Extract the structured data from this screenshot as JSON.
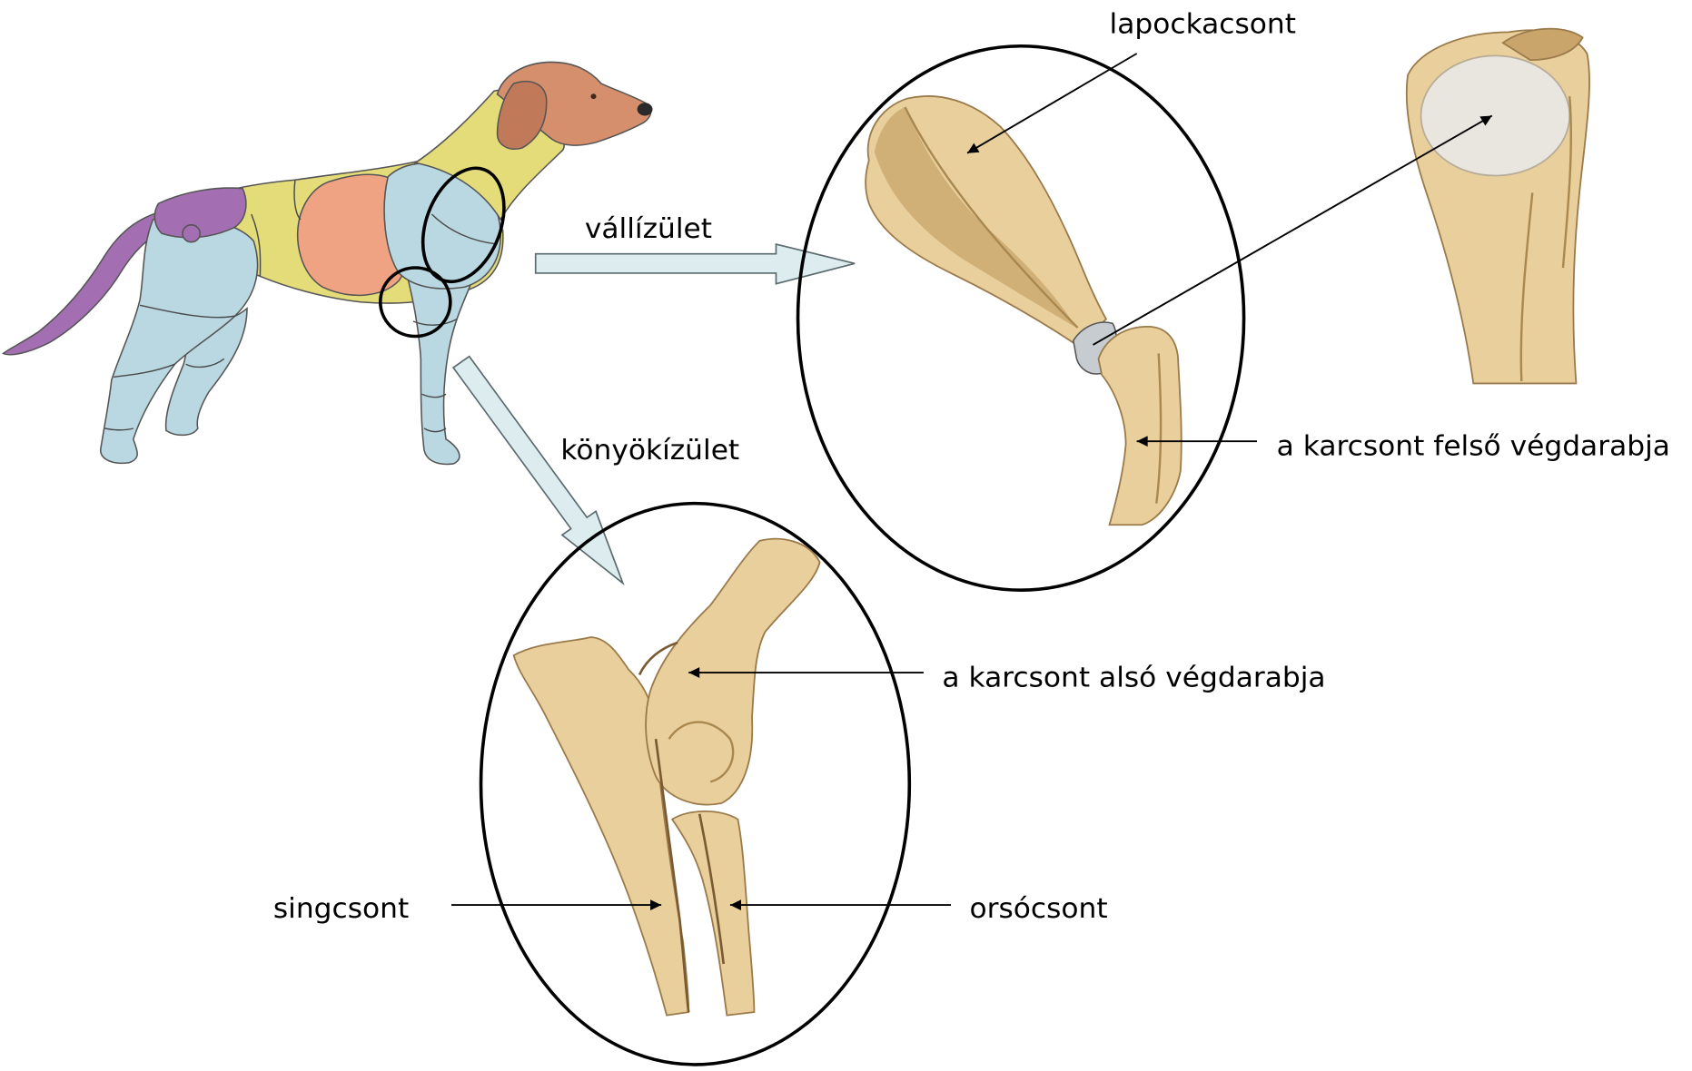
{
  "labels": {
    "shoulder_joint": "vállízület",
    "elbow_joint": "könyökízület",
    "scapula": "lapockacsont",
    "humerus_upper_end": "a karcsont felső végdarabja",
    "humerus_lower_end": "a karcsont alsó végdarabja",
    "ulna": "singcsont",
    "radius": "orsócsont"
  },
  "colors": {
    "dog_head": "#d68f6c",
    "dog_ear": "#c07a5a",
    "dog_neck": "#e4dc78",
    "dog_body": "#f0a382",
    "dog_limbs": "#b9d8e1",
    "dog_tail": "#a36fb2",
    "bone": "#e8cf9c",
    "bone_shadow": "#c9a56b",
    "cartilage": "#e9e6df",
    "joint_cartilage": "#c7ccd1",
    "arrow_fill": "#dcecef"
  }
}
